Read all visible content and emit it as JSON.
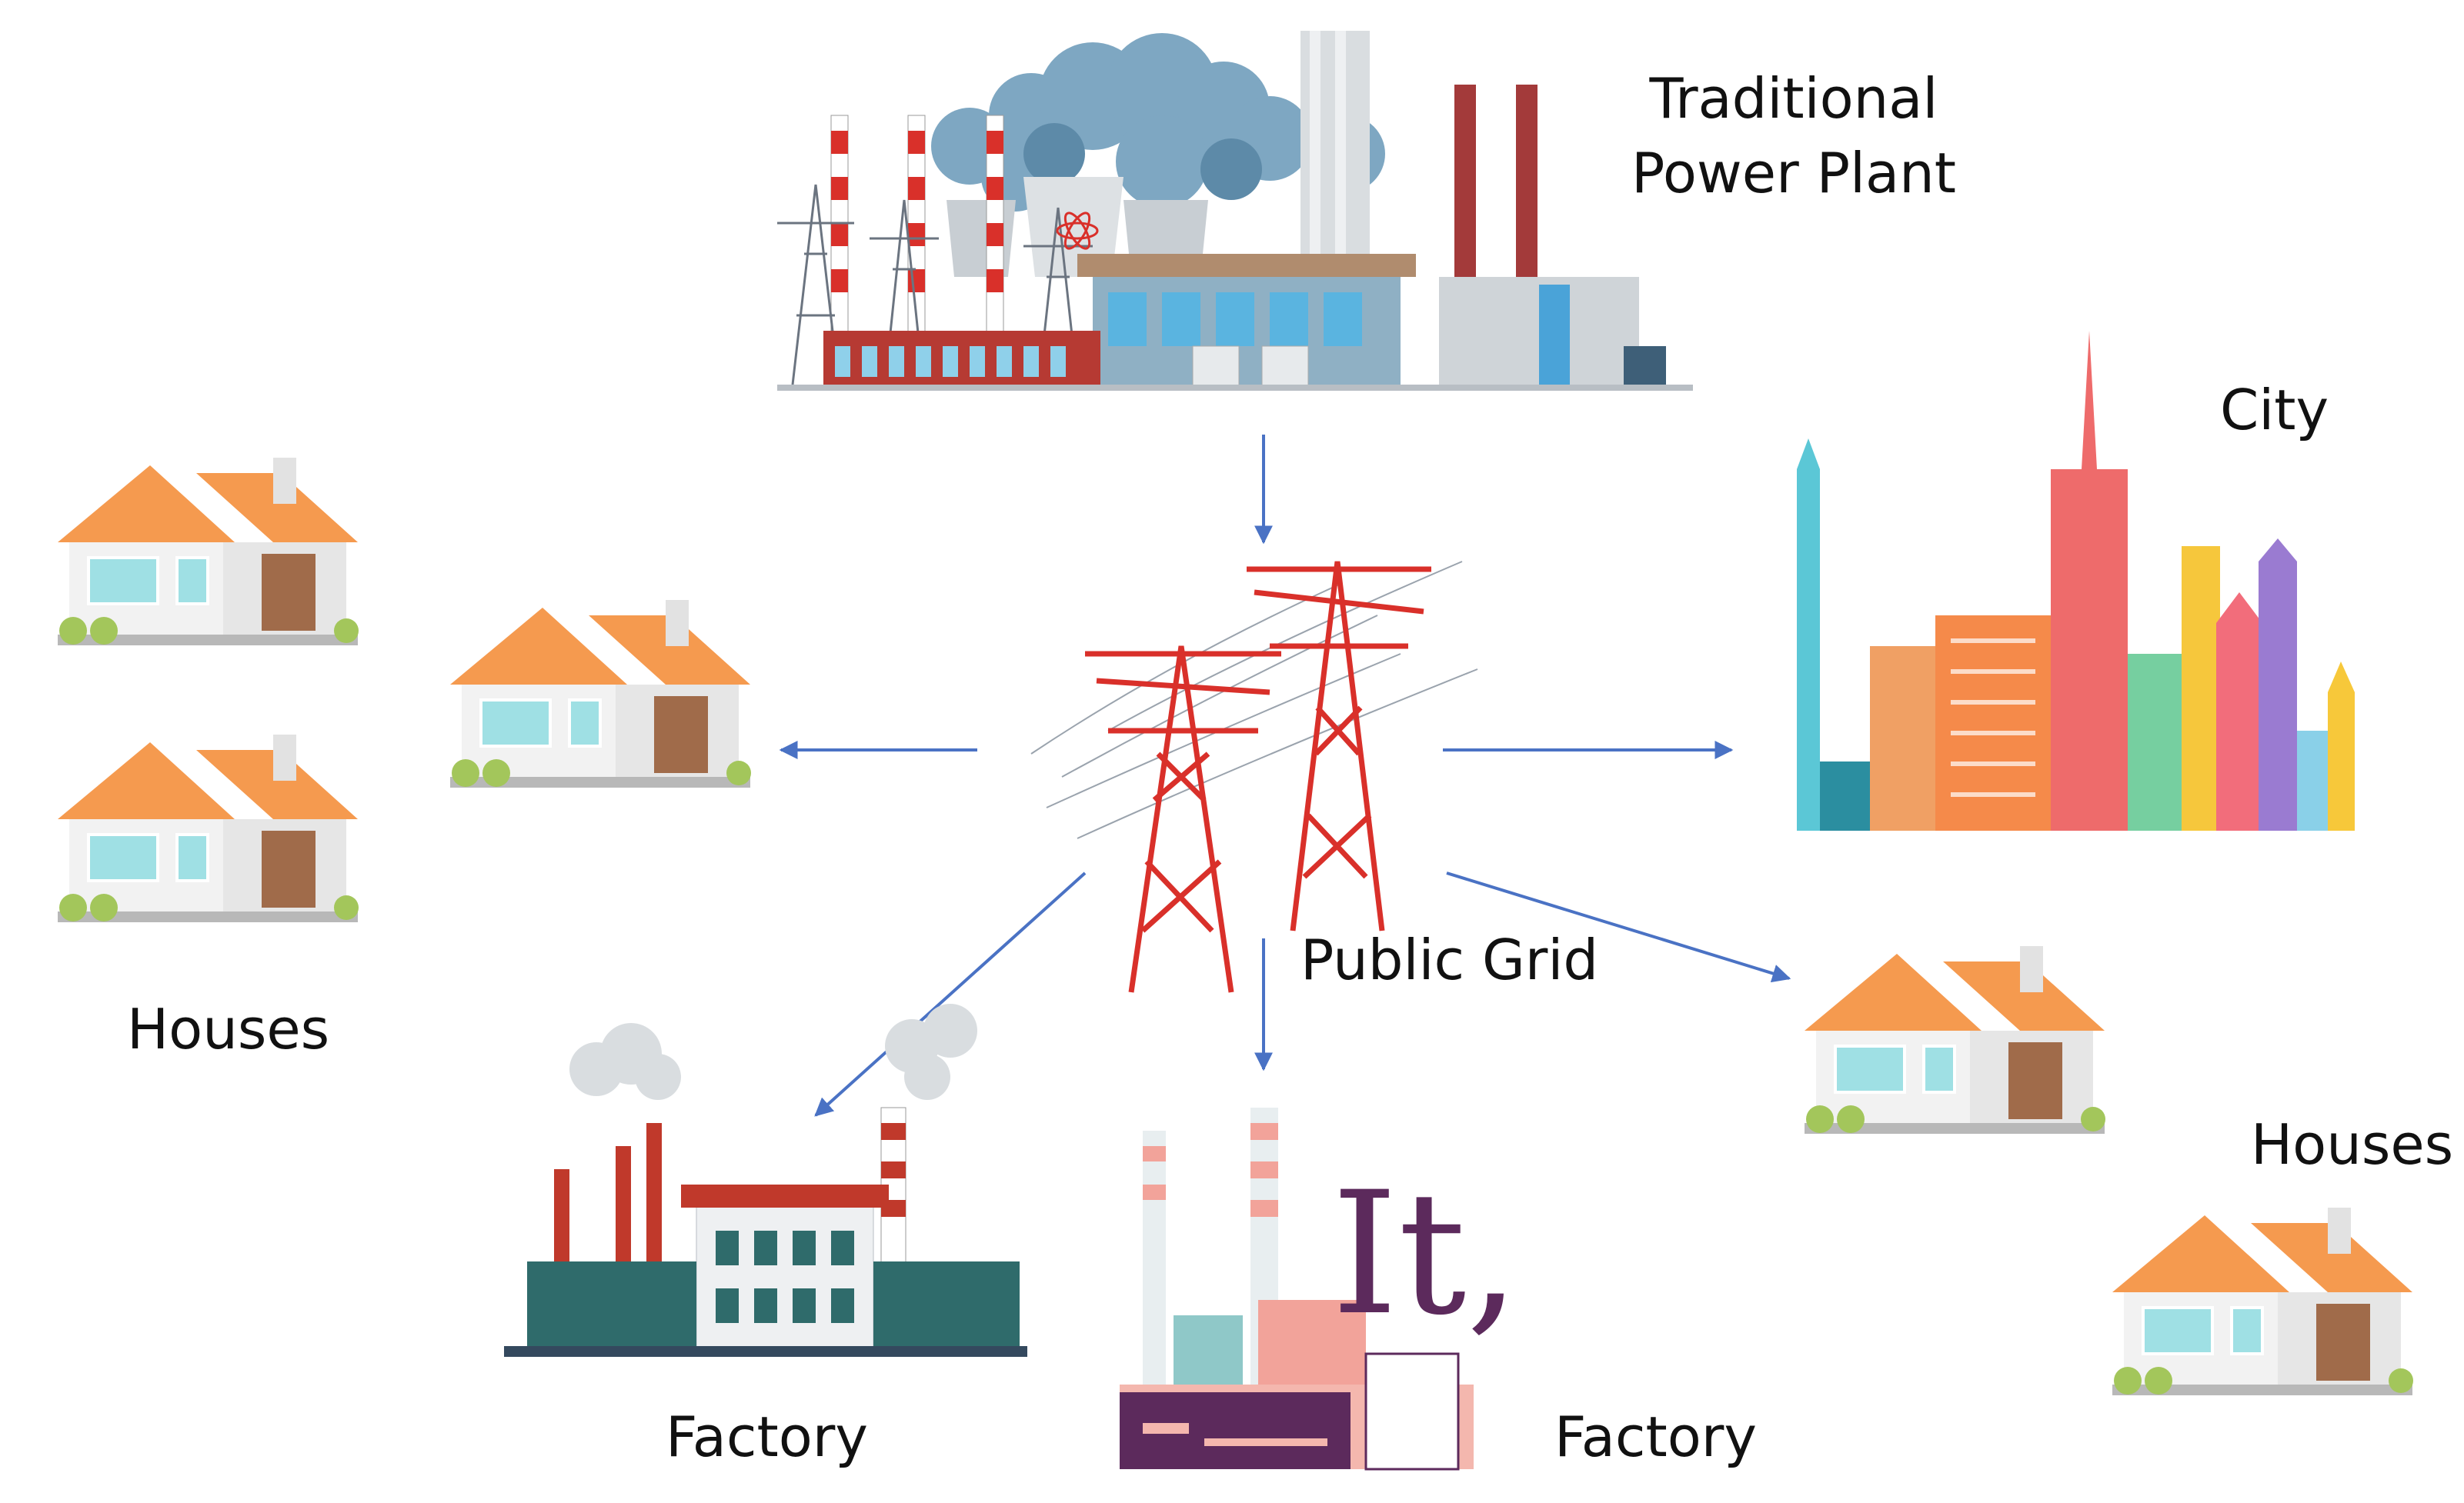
{
  "labels": {
    "power_plant_line1": "Traditional",
    "power_plant_line2": "Power Plant",
    "city": "City",
    "houses_left": "Houses",
    "houses_right": "Houses",
    "public_grid": "Public Grid",
    "factory_left": "Factory",
    "factory_center": "Factory",
    "watermark": "It,"
  },
  "colors": {
    "arrow": "#4a72c4",
    "roof": "#f59a4f",
    "tower": "#d9302a",
    "smoke": "#7ea7c2",
    "watermark": "#5c2a5c"
  }
}
